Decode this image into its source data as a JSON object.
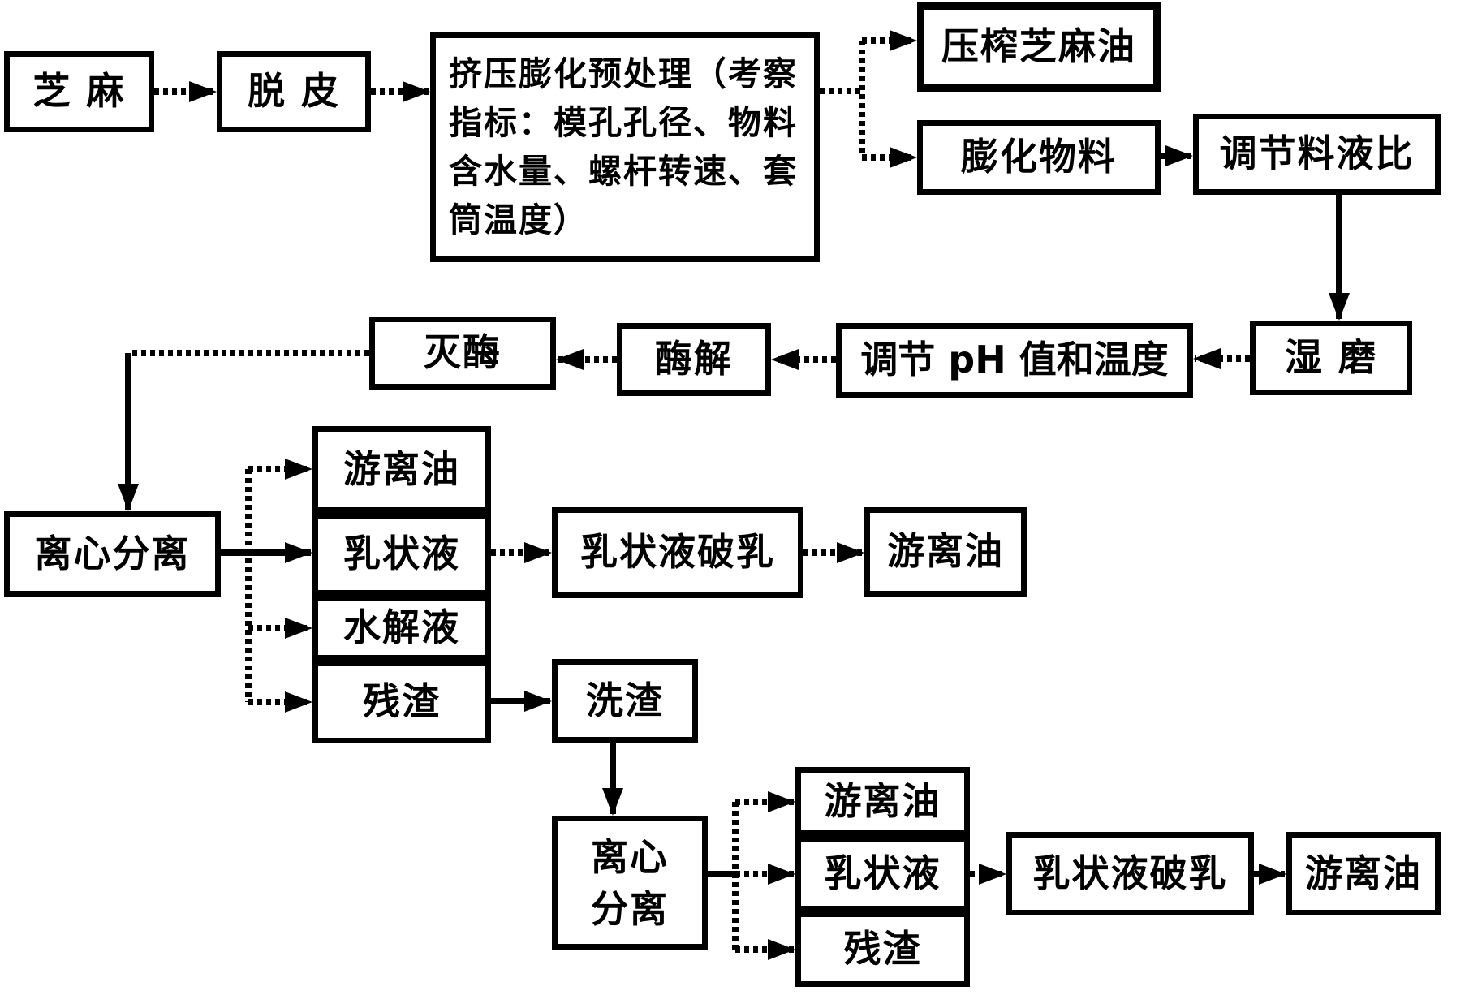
{
  "diagram": {
    "type": "flowchart",
    "language": "zh-CN",
    "colors": {
      "ink": "#000000",
      "paper": "#ffffff"
    },
    "nodes": {
      "sesame": {
        "label": "芝 麻"
      },
      "peeling": {
        "label": "脱 皮"
      },
      "extrusion": {
        "label": "挤压膨化预处理（考察\n指标：模孔孔径、物料\n含水量、螺杆转速、套\n筒温度）"
      },
      "pressed_oil": {
        "label": "压榨芝麻油"
      },
      "puffed_material": {
        "label": "膨化物料"
      },
      "adjust_ratio": {
        "label": "调节料液比"
      },
      "wet_milling": {
        "label": "湿 磨"
      },
      "adjust_ph": {
        "label": "调节 pH 值和温度"
      },
      "enzymolysis": {
        "label": "酶解"
      },
      "enzyme_inactivation": {
        "label": "灭酶"
      },
      "centrifuge1": {
        "label": "离心分离"
      },
      "free_oil_1": {
        "label": "游离油"
      },
      "emulsion_1": {
        "label": "乳状液"
      },
      "hydrolysate": {
        "label": "水解液"
      },
      "residue_1": {
        "label": "残渣"
      },
      "demulsification_1": {
        "label": "乳状液破乳"
      },
      "free_oil_2": {
        "label": "游离油"
      },
      "slag_washing": {
        "label": "洗渣"
      },
      "centrifuge2": {
        "label": "离心\n分离"
      },
      "free_oil_3": {
        "label": "游离油"
      },
      "emulsion_2": {
        "label": "乳状液"
      },
      "residue_2": {
        "label": "残渣"
      },
      "demulsification_2": {
        "label": "乳状液破乳"
      },
      "free_oil_4": {
        "label": "游离油"
      }
    },
    "edges": [
      {
        "from": "sesame",
        "to": "peeling",
        "style": "dashed"
      },
      {
        "from": "peeling",
        "to": "extrusion",
        "style": "dashed"
      },
      {
        "from": "extrusion",
        "to": "pressed_oil",
        "style": "dashed"
      },
      {
        "from": "extrusion",
        "to": "puffed_material",
        "style": "dashed"
      },
      {
        "from": "puffed_material",
        "to": "adjust_ratio",
        "style": "dashed"
      },
      {
        "from": "adjust_ratio",
        "to": "wet_milling",
        "style": "solid"
      },
      {
        "from": "wet_milling",
        "to": "adjust_ph",
        "style": "dashed"
      },
      {
        "from": "adjust_ph",
        "to": "enzymolysis",
        "style": "dashed"
      },
      {
        "from": "enzymolysis",
        "to": "enzyme_inactivation",
        "style": "dashed"
      },
      {
        "from": "enzyme_inactivation",
        "to": "centrifuge1",
        "style": "dashed"
      },
      {
        "from": "centrifuge1",
        "to": "free_oil_1",
        "style": "dashed"
      },
      {
        "from": "centrifuge1",
        "to": "emulsion_1",
        "style": "solid"
      },
      {
        "from": "centrifuge1",
        "to": "hydrolysate",
        "style": "dashed"
      },
      {
        "from": "centrifuge1",
        "to": "residue_1",
        "style": "dashed"
      },
      {
        "from": "emulsion_1",
        "to": "demulsification_1",
        "style": "dashed"
      },
      {
        "from": "demulsification_1",
        "to": "free_oil_2",
        "style": "dashed"
      },
      {
        "from": "residue_1",
        "to": "slag_washing",
        "style": "solid"
      },
      {
        "from": "slag_washing",
        "to": "centrifuge2",
        "style": "solid"
      },
      {
        "from": "centrifuge2",
        "to": "free_oil_3",
        "style": "dashed"
      },
      {
        "from": "centrifuge2",
        "to": "emulsion_2",
        "style": "dashed"
      },
      {
        "from": "centrifuge2",
        "to": "residue_2",
        "style": "dashed"
      },
      {
        "from": "emulsion_2",
        "to": "demulsification_2",
        "style": "dashed"
      },
      {
        "from": "demulsification_2",
        "to": "free_oil_4",
        "style": "dashed"
      }
    ]
  }
}
